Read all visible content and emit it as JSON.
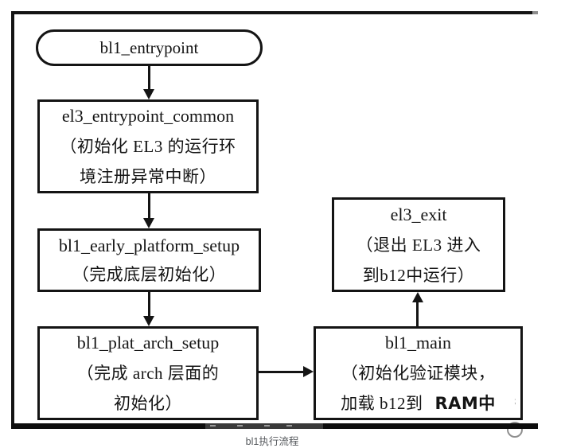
{
  "diagram": {
    "caption": "bl1执行流程",
    "colors": {
      "line": "#141414",
      "background": "#ffffff",
      "caption_text": "#55585c",
      "bar": "#0d0d0d"
    },
    "nodes": {
      "entry": {
        "label": "bl1_entrypoint"
      },
      "el3_common": {
        "title": "el3_entrypoint_common",
        "desc1": "（初始化 EL3 的运行环",
        "desc2": "境注册异常中断）"
      },
      "early_setup": {
        "title": "bl1_early_platform_setup",
        "desc1": "（完成底层初始化）"
      },
      "arch_setup": {
        "title": "bl1_plat_arch_setup",
        "desc1": "（完成 arch 层面的",
        "desc2": "初始化）"
      },
      "el3_exit": {
        "title": "el3_exit",
        "desc1": "（退出 EL3 进入",
        "desc2": "到b12中运行）"
      },
      "main": {
        "title": "bl1_main",
        "desc1": "（初始化验证模块，",
        "desc2_serif": "加载 b12到",
        "desc2_bold": "RAM中"
      }
    }
  }
}
